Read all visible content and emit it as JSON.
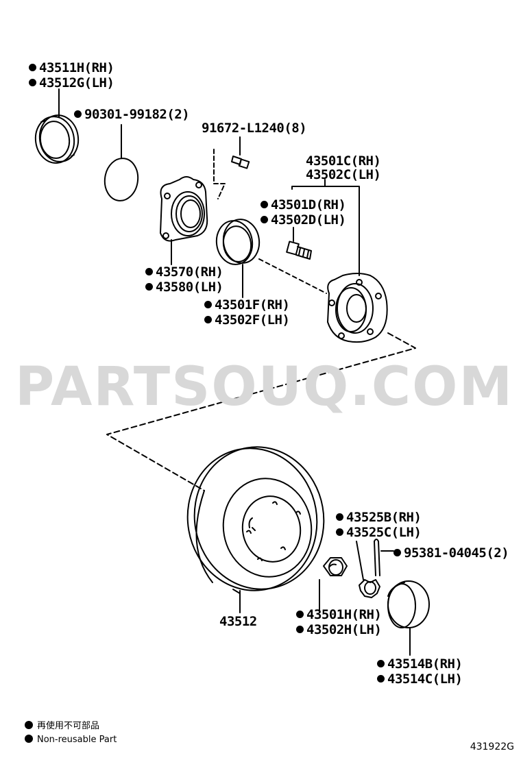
{
  "watermark": "PARTSOUQ.COM",
  "labels": {
    "p43511H": "43511H(RH)",
    "p43512G": "43512G(LH)",
    "p90301": "90301-99182(2)",
    "p91672": "91672-L1240(8)",
    "p43501C": "43501C(RH)",
    "p43502C": "43502C(LH)",
    "p43501D": "43501D(RH)",
    "p43502D": "43502D(LH)",
    "p43570": "43570(RH)",
    "p43580": "43580(LH)",
    "p43501F": "43501F(RH)",
    "p43502F": "43502F(LH)",
    "p43525B": "43525B(RH)",
    "p43525C": "43525C(LH)",
    "p95381": "95381-04045(2)",
    "p43512": "43512",
    "p43501H": "43501H(RH)",
    "p43502H": "43502H(LH)",
    "p43514B": "43514B(RH)",
    "p43514C": "43514C(LH)"
  },
  "legend": {
    "japanese": "再使用不可部品",
    "english": "Non-reusable Part"
  },
  "diagram_code": "431922G",
  "icons": {
    "bullet": "filled-circle-icon"
  }
}
